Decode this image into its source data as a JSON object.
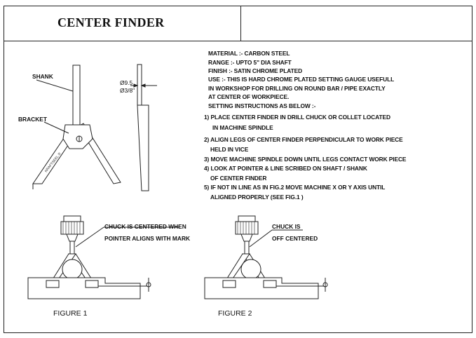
{
  "title": "CENTER FINDER",
  "labels": {
    "shank": "SHANK",
    "bracket": "BRACKET",
    "dia_mm": "Ø9.5",
    "dia_in": "Ø3/8\"",
    "engraving": "KRAFTSEEL ®"
  },
  "specs": [
    "MATERIAL :- CARBON STEEL",
    "RANGE :-  UPTO 5\" DIA SHAFT",
    "FINISH :- SATIN CHROME PLATED",
    "USE :- THIS IS HARD CHROME PLATED SETTING GAUGE USEFULL",
    "IN WORKSHOP FOR DRILLING ON ROUND BAR / PIPE EXACTLY",
    "AT CENTER OF WORKPIECE.",
    "SETTING INSTRUCTIONS AS BELOW :-",
    "1) PLACE CENTER FINDER IN DRILL CHUCK OR COLLET LOCATED",
    "IN MACHINE SPINDLE",
    "2) ALIGN LEGS OF CENTER FINDER PERPENDICULAR TO WORK PIECE",
    "HELD IN VICE",
    "3) MOVE MACHINE SPINDLE DOWN UNTIL LEGS CONTACT WORK PIECE",
    "4) LOOK AT POINTER & LINE SCRIBED ON SHAFT / SHANK",
    "OF CENTER FINDER",
    "5) IF NOT IN LINE AS IN FIG.2 MOVE MACHINE X OR Y AXIS UNTIL",
    "ALIGNED PROPERLY (SEE FIG.1 )"
  ],
  "figure1": {
    "callout_line1": "CHUCK IS CENTERED WHEN",
    "callout_line2": "POINTER ALIGNS WITH MARK",
    "caption": "FIGURE 1"
  },
  "figure2": {
    "callout_line1": "CHUCK IS",
    "callout_line2": "OFF CENTERED",
    "caption": "FIGURE 2"
  }
}
